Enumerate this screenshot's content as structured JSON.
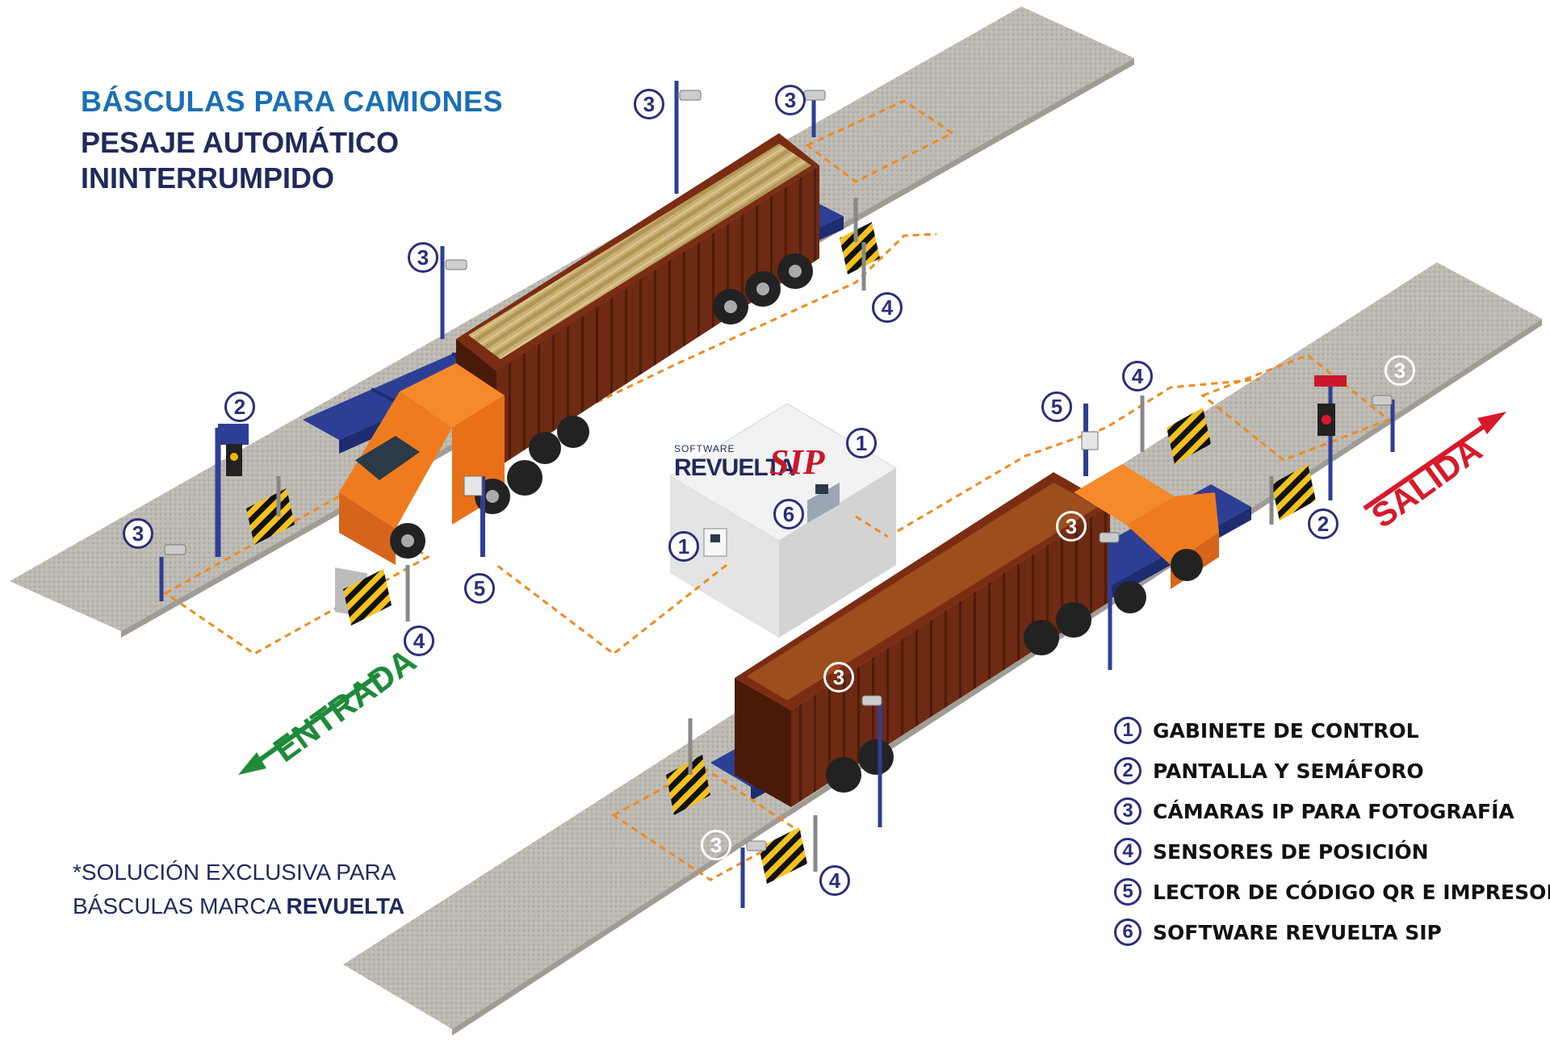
{
  "header": {
    "title": "BÁSCULAS PARA CAMIONES",
    "subtitle_line1": "PESAJE AUTOMÁTICO",
    "subtitle_line2": "ININTERRUMPIDO"
  },
  "note": {
    "line1": "*SOLUCIÓN EXCLUSIVA PARA",
    "line2_prefix": "BÁSCULAS MARCA ",
    "line2_brand": "REVUELTA"
  },
  "directions": {
    "entry": "ENTRADA",
    "exit": "SALIDA"
  },
  "brand": {
    "software": "SOFTWARE",
    "name": "REVUELTA",
    "product": "SIP"
  },
  "legend": [
    {
      "num": "1",
      "label": "GABINETE DE CONTROL"
    },
    {
      "num": "2",
      "label": "PANTALLA Y SEMÁFORO"
    },
    {
      "num": "3",
      "label": "CÁMARAS IP PARA FOTOGRAFÍA"
    },
    {
      "num": "4",
      "label": "SENSORES DE POSICIÓN"
    },
    {
      "num": "5",
      "label": "LECTOR DE CÓDIGO QR E IMPRESOR"
    },
    {
      "num": "6",
      "label": "SOFTWARE REVUELTA SIP"
    }
  ],
  "callouts": {
    "c1": "1",
    "c2": "2",
    "c3": "3",
    "c4": "4",
    "c5": "5",
    "c6": "6"
  },
  "colors": {
    "title_blue": "#1a6fb5",
    "navy": "#1f2a5c",
    "entry_green": "#1f8a3a",
    "exit_red": "#d7192b",
    "truck_orange": "#f07b1e",
    "trailer_brown": "#6e2a12",
    "scale_blue": "#2d3f95",
    "road_gray": "#b9b7b2"
  }
}
